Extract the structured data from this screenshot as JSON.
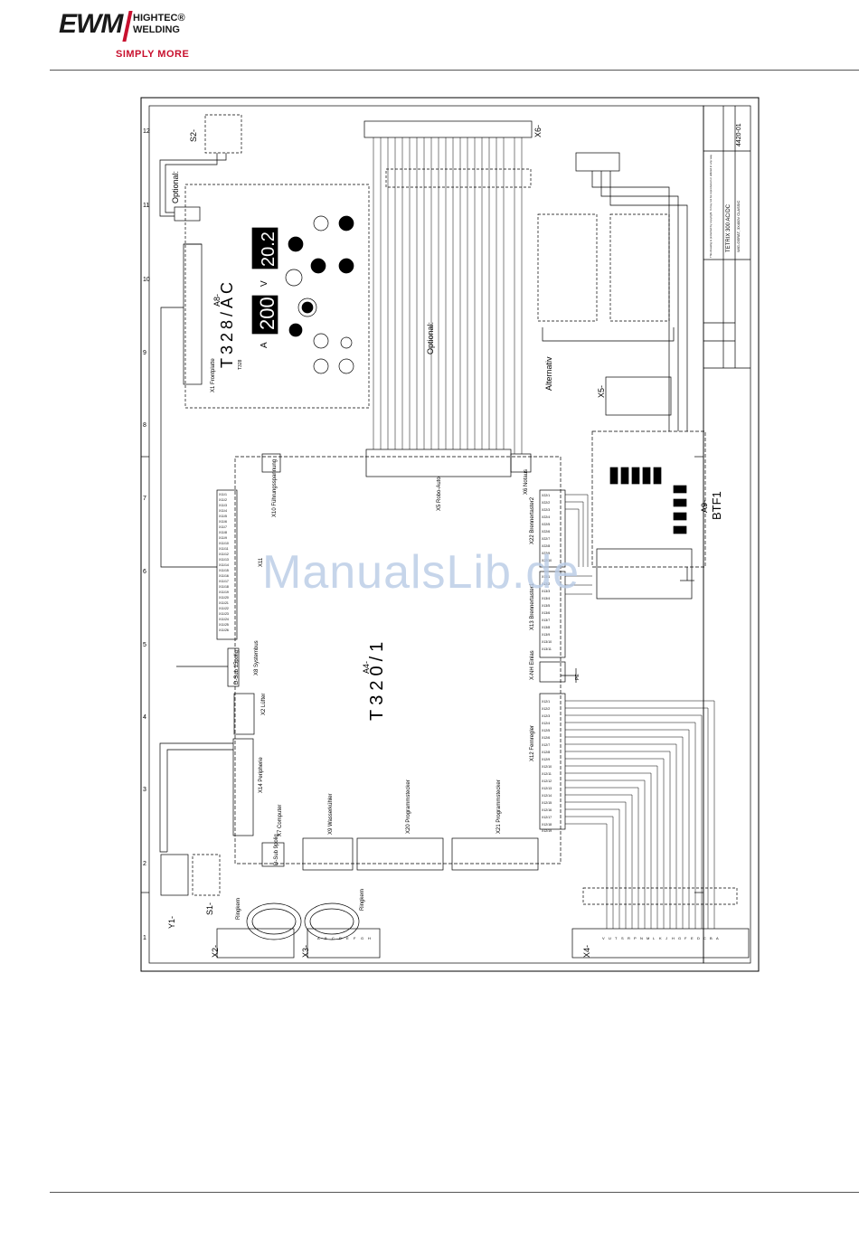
{
  "header": {
    "brand": "EWM",
    "brand_sub1": "HIGHTEC®",
    "brand_sub2": "WELDING",
    "tagline": "SIMPLY MORE"
  },
  "watermark": "ManualsLib.de",
  "titleblock": {
    "drawing_no": "4420-01",
    "model": "TETRIX 300 AC/DC",
    "subtitle": "WIG-GERÄT, 3X400V CLASSIC",
    "copyright_text": "This drawing is protected by copyright. It may not be reproduced or utilized in any way"
  },
  "boards": {
    "a8_label": "A8-",
    "a8_name": "T328/AC",
    "a4_label": "A4-",
    "a4_name": "T320/1",
    "a9_label": "A9-",
    "a9_name": "BTF1",
    "display_amp": "200",
    "display_volt": "20.2",
    "unit_a": "A",
    "unit_v": "V",
    "front_model": "T328"
  },
  "labels": {
    "optional_top": "Optional:",
    "optional_mid": "Optional:",
    "alternativ": "Alternativ",
    "ringkern1": "Ringkern",
    "ringkern2": "Ringkern",
    "s1": "S1-",
    "s2": "S2-",
    "y1": "Y1-",
    "x1": "X1 Frontplatte",
    "x2": "X2 Lüfter",
    "x2b": "X2-",
    "x3": "X3-",
    "x4": "X4-",
    "x5": "X5-",
    "x6": "X6-",
    "x7": "X7 Computer",
    "x8": "X8 Systembus",
    "x9": "X9 Wasserkühler",
    "x10": "X10 Führungsspannung",
    "x11": "X11",
    "x12": "X12 Fernregler",
    "x13": "X13 Brennertaster1",
    "x14": "X14 Peripherie",
    "x20": "X20 Programmstecker",
    "x21": "X21 Programmstecker",
    "x22": "X22 Brennertaster2",
    "xnh": "X-NH Einlas",
    "dsub15": "D-Sub 15polig",
    "dsub9": "D-Sub 9polig",
    "robo": "X5 Robo-Auto",
    "notaus": "X6 Notaus",
    "pe": "PE"
  },
  "grid": {
    "numbers": [
      "1",
      "2",
      "3",
      "4",
      "5",
      "6",
      "7",
      "8",
      "9",
      "10",
      "11",
      "12"
    ]
  },
  "x4_pins": [
    "A",
    "B",
    "C",
    "D",
    "E",
    "F",
    "G",
    "H",
    "J",
    "K",
    "L",
    "M",
    "N",
    "P",
    "R",
    "S",
    "T",
    "U",
    "V"
  ],
  "x3_pins": [
    "A",
    "B",
    "C",
    "D",
    "E",
    "F",
    "G",
    "H"
  ],
  "x12_pins": [
    "X12/1",
    "X12/2",
    "X12/3",
    "X12/4",
    "X12/5",
    "X12/6",
    "X12/7",
    "X12/8",
    "X12/9",
    "X12/10",
    "X12/11",
    "X12/12",
    "X12/13",
    "X12/14",
    "X12/15",
    "X12/16",
    "X12/17",
    "X12/18",
    "X12/19"
  ],
  "x13_pins": [
    "X13/1",
    "X13/2",
    "X13/3",
    "X13/4",
    "X13/5",
    "X13/6",
    "X13/7",
    "X13/8",
    "X13/9",
    "X13/10",
    "X13/11"
  ],
  "x22_pins": [
    "X22/1",
    "X22/2",
    "X22/3",
    "X22/4",
    "X22/5",
    "X22/6",
    "X22/7",
    "X22/8",
    "X22/9",
    "X22/10"
  ],
  "x11_pins": [
    "X11/1",
    "X11/2",
    "X11/3",
    "X11/4",
    "X11/5",
    "X11/6",
    "X11/7",
    "X11/8",
    "X11/9",
    "X11/10",
    "X11/11",
    "X11/12",
    "X11/13",
    "X11/14",
    "X11/15",
    "X11/16",
    "X11/17",
    "X11/18",
    "X11/19",
    "X11/20",
    "X11/21",
    "X11/22",
    "X11/23",
    "X11/24",
    "X11/25",
    "X11/26"
  ]
}
